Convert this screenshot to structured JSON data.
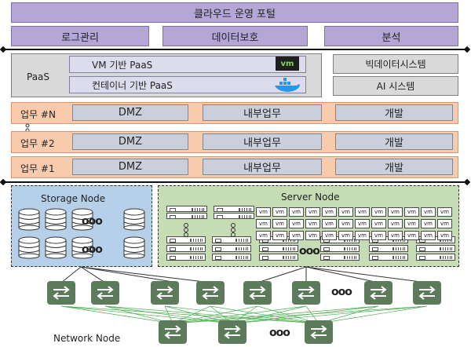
{
  "portal": {
    "title": "클라우드 운영 포털",
    "tabs": [
      "로그관리",
      "데이터보호",
      "분석"
    ]
  },
  "paas": {
    "label": "PaaS",
    "vm": "VM 기반 PaaS",
    "container": "컨테이너 기반 PaaS",
    "vm_logo": "vm",
    "bigdata": "빅데이터시스템",
    "ai": "AI 시스템"
  },
  "workloads": [
    {
      "label": "업무 #N",
      "dmz": "DMZ",
      "internal": "내부업무",
      "dev": "개발"
    },
    {
      "label": "업무 #2",
      "dmz": "DMZ",
      "internal": "내부업무",
      "dev": "개발"
    },
    {
      "label": "업무 #1",
      "dmz": "DMZ",
      "internal": "내부업무",
      "dev": "개발"
    }
  ],
  "storage": {
    "title": "Storage Node",
    "dots": "ooo"
  },
  "server": {
    "title": "Server Node",
    "vm_label": "vm",
    "dots": "ooo"
  },
  "network": {
    "title": "Network Node",
    "dots": "ooo"
  },
  "colors": {
    "accent": "#b4a7d6",
    "storage_bg": "#b7d0ea",
    "server_bg": "#c5dcb4",
    "switch": "#5b7b5b"
  }
}
